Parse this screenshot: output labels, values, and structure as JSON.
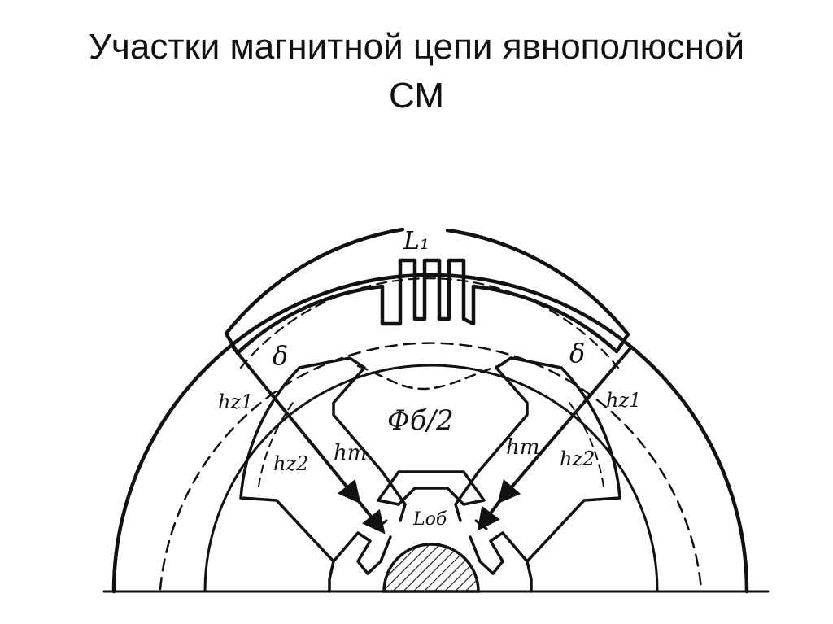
{
  "slide": {
    "title_line1": "Участки магнитной цепи явнополюсной",
    "title_line2": "СМ"
  },
  "diagram": {
    "labels": {
      "L1": "L₁",
      "delta_left": "δ",
      "delta_right": "δ",
      "hz1_left": "hz1",
      "hz1_right": "hz1",
      "hz2_left": "hz2",
      "hz2_right": "hz2",
      "hm_left": "hm",
      "hm_right": "hm",
      "flux": "Φб/2",
      "L_ob": "Lоб"
    },
    "colors": {
      "line": "#111111",
      "background": "#ffffff"
    }
  }
}
